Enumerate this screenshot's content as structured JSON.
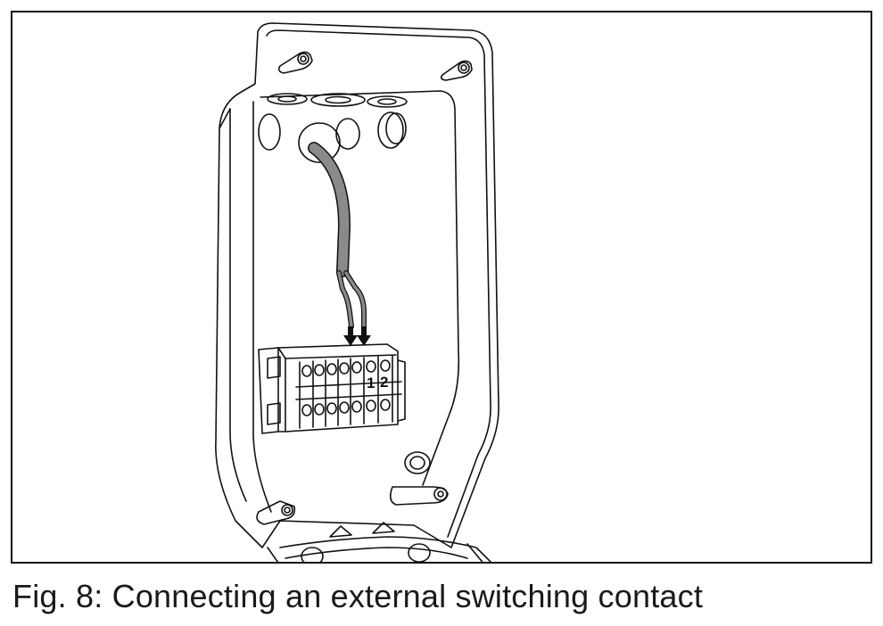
{
  "figure": {
    "caption": "Fig. 8: Connecting an external switching contact",
    "terminal_labels": [
      "1",
      "2"
    ],
    "line_color": "#111111",
    "cable_color": "#8a8a8a",
    "background_color": "#ffffff"
  }
}
